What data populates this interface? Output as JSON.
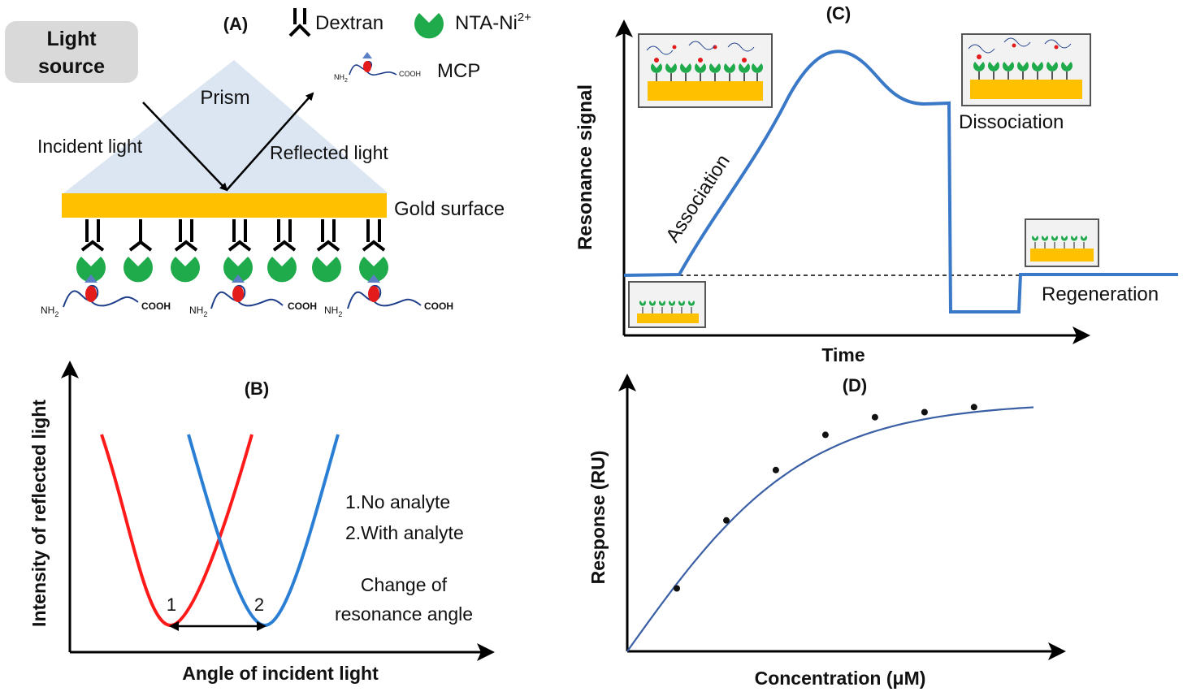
{
  "panel_a": {
    "tag": "(A)",
    "light_source": [
      "Light",
      "source"
    ],
    "prism": "Prism",
    "incident": "Incident light",
    "reflected": "Reflected light",
    "gold": "Gold surface",
    "legend": {
      "dextran": "Dextran",
      "nta": "NTA-Ni",
      "nta_sup": "2+",
      "mcp": "MCP"
    },
    "nh2": "NH",
    "nh2_sub": "2",
    "cooh": "COOH",
    "colors": {
      "gold": "#ffc000",
      "prism": "#dce6f2",
      "nta": "#1faa4b",
      "mcp_red": "#e31b1b",
      "mcp_tri": "#5b7fc4",
      "strand": "#1f3f8a"
    }
  },
  "panel_b": {
    "tag": "(B)",
    "ylabel": "Intensity of reflected light",
    "xlabel": "Angle of incident light",
    "curve1_label": "1",
    "curve2_label": "2",
    "legend1": "1.No analyte",
    "legend2": "2.With analyte",
    "change1": "Change of",
    "change2": "resonance angle",
    "colors": {
      "no_analyte": "#ff1a1a",
      "with_analyte": "#2a7fd4"
    }
  },
  "panel_c": {
    "tag": "(C)",
    "ylabel": "Resonance signal",
    "xlabel": "Time",
    "association": "Association",
    "dissociation": "Dissociation",
    "regeneration": "Regeneration",
    "colors": {
      "signal": "#3a78c8"
    }
  },
  "panel_d": {
    "tag": "(D)",
    "ylabel": "Response (RU)",
    "xlabel": "Concentration (μM)",
    "colors": {
      "curve": "#3b5fa5",
      "point": "#111111"
    }
  },
  "chart_data": {
    "type": "scatter",
    "title": "",
    "xlabel": "Concentration (μM)",
    "ylabel": "Response (RU)",
    "x": [
      1,
      2,
      3,
      4,
      5,
      6,
      7
    ],
    "y": [
      0.25,
      0.52,
      0.72,
      0.86,
      0.93,
      0.95,
      0.97
    ],
    "fit": "saturation curve",
    "ticks_shown": false
  }
}
